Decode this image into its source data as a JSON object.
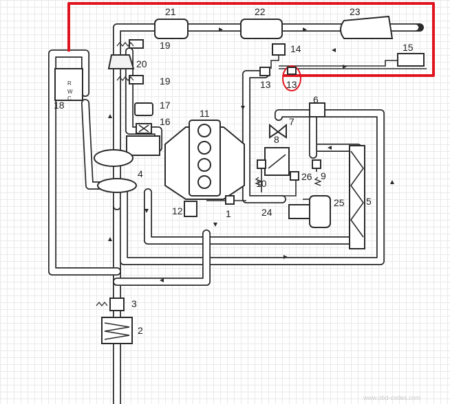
{
  "diagram": {
    "colors": {
      "line": "#2a2a2a",
      "highlight": "#e0141e",
      "grid": "#e9e9e9",
      "background": "#ffffff"
    },
    "labels": {
      "l1": "1",
      "l2": "2",
      "l3": "3",
      "l4": "4",
      "l5": "5",
      "l6": "6",
      "l7": "7",
      "l8": "8",
      "l9": "9",
      "l10": "10",
      "l11": "11",
      "l12": "12",
      "l13a": "13",
      "l13b": "13",
      "l14": "14",
      "l15": "15",
      "l16": "16",
      "l17": "17",
      "l18": "18",
      "l19a": "19",
      "l19b": "19",
      "l20": "20",
      "l21": "21",
      "l22": "22",
      "l23": "23",
      "l24": "24",
      "l25": "25",
      "l26": "26"
    },
    "sensor_letters": {
      "r": "R",
      "w": "W",
      "c": "C"
    },
    "watermark": "www.obd-codes.com"
  }
}
